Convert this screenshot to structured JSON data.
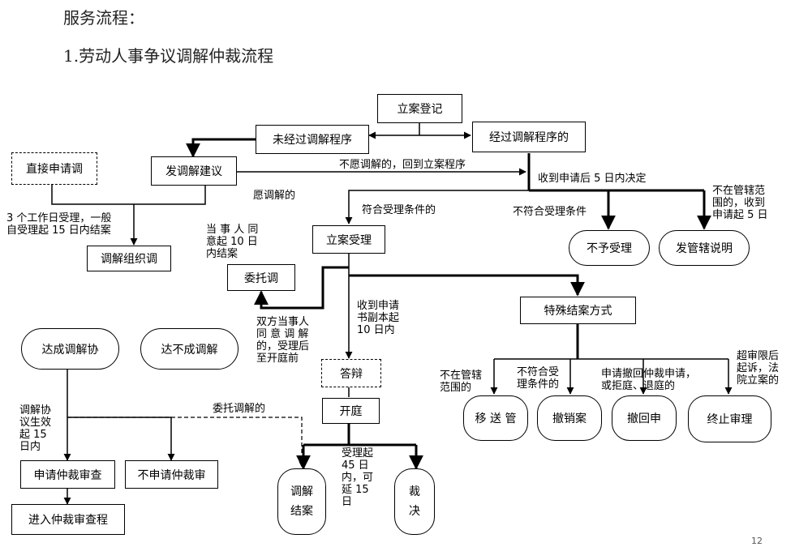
{
  "header": {
    "title": "服务流程：",
    "subtitle": "1.劳动人事争议调解仲裁流程"
  },
  "boxes": {
    "register": "立案登记",
    "no_mediation": "未经过调解程序",
    "mediated": "经过调解程序的",
    "direct_apply": "直接申请调",
    "send_suggestion": "发调解建议",
    "org_mediation": "调解组织调",
    "accept": "立案受理",
    "not_accept": "不予受理",
    "jurisdiction_note": "发管辖说明",
    "entrust": "委托调",
    "special": "特殊结案方式",
    "reach_agreement": "达成调解协",
    "no_agreement": "达不成调解",
    "defense": "答辩",
    "hearing": "开庭",
    "transfer": "移 送 管",
    "revoke": "撤销案",
    "withdraw": "撤回申",
    "terminate": "终止审理",
    "apply_review": "申请仲裁审查",
    "not_apply_review": "不申请仲裁审",
    "enter_review": "进入仲裁审查程",
    "mediation_close": "调解\n结案",
    "ruling": "裁\n决"
  },
  "labels": {
    "refuse_back": "不愿调解的，回到立案程序",
    "decide_5days": "收到申请后 5 日内决定",
    "willing": "愿调解的",
    "three_days": "3 个工作日受理，一般\n自受理起 15 日内结案",
    "meets_conditions": "符合受理条件的",
    "not_meet": "不符合受理条件",
    "out_of_scope": "不在管辖范\n围的，收到\n申请起 5 日",
    "parties_agree": "当 事 人 同\n意起 10 日\n内结案",
    "both_parties": "双方当事人\n同 意 调 解\n的，受理后\n至开庭前",
    "copy_10days": "收到申请\n书副本起\n10 日内",
    "entrusted_mediation": "委托调解的",
    "agreement_effective": "调解协\n议生效\n起 15\n日内",
    "not_in_jurisdiction": "不在管辖\n范围的",
    "not_meet_2": "不符合受\n理条件的",
    "withdraw_req": "申请撤回仲裁申请，\n或拒庭、退庭的",
    "overdue": "超审限后\n起诉，法\n院立案的",
    "accept_45": "受理起\n45  日\n内，可\n延  15\n日"
  },
  "page_number": "12"
}
